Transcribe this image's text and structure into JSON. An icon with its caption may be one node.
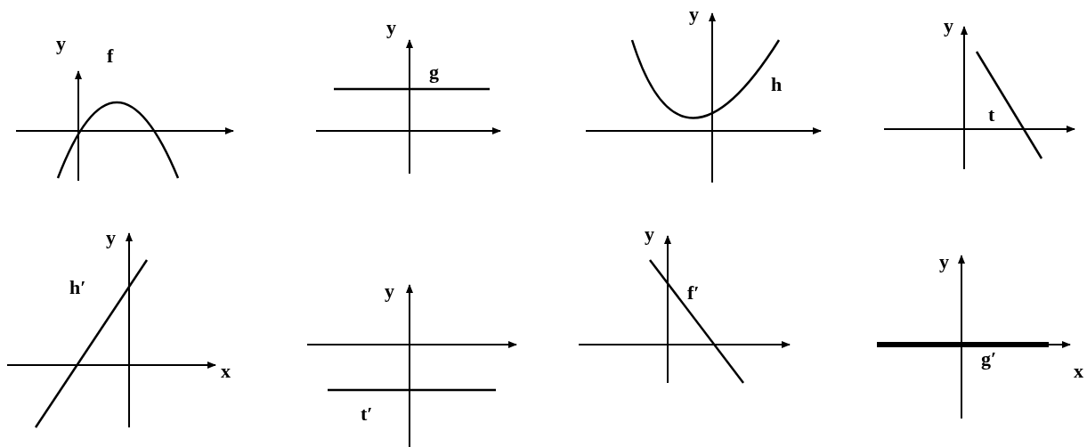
{
  "diagram": {
    "labels": [
      "y",
      "f",
      "y",
      "g",
      "y",
      "h",
      "y",
      "t",
      "y",
      "h′",
      "x",
      "y",
      "t′",
      "y",
      "f′",
      "y",
      "g′",
      "x"
    ]
  }
}
